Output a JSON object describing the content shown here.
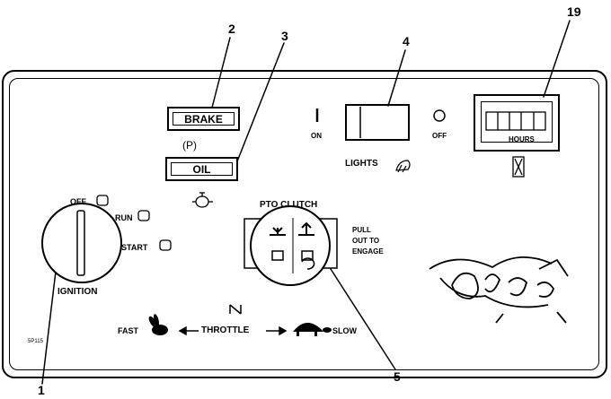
{
  "callouts": [
    "1",
    "2",
    "3",
    "4",
    "5",
    "19"
  ],
  "panel": {
    "brake_label": "BRAKE",
    "oil_label": "OIL",
    "parking_symbol": "(P)",
    "light_on": "ON",
    "light_off": "OFF",
    "lights_label": "LIGHTS",
    "hours_label": "HOURS",
    "pto_title": "PTO CLUTCH",
    "pto_instructions": [
      "PULL",
      "OUT TO",
      "ENGAGE"
    ],
    "ignition_positions": [
      "OFF",
      "RUN",
      "START"
    ],
    "ignition_label": "IGNITION",
    "throttle_label": "THROTTLE",
    "throttle_fast": "FAST",
    "throttle_slow": "SLOW",
    "part_code": "5P115",
    "brand": "Grasshopper"
  }
}
